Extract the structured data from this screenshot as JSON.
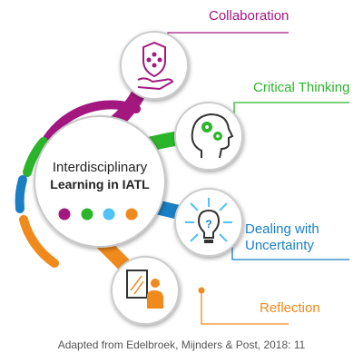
{
  "center": {
    "line1": "Interdisciplinary",
    "line2": "Learning in IATL"
  },
  "branches": [
    {
      "label": "Collaboration",
      "color": "#a3177f",
      "icon": "hand-holding-people-shield-icon"
    },
    {
      "label": "Critical Thinking",
      "color": "#2bb52b",
      "icon": "head-with-gears-icon"
    },
    {
      "label": "Dealing with Uncertainty",
      "line1": "Dealing with",
      "line2": "Uncertainty",
      "color": "#1a7fc4",
      "icon": "lightbulb-question-icon"
    },
    {
      "label": "Reflection",
      "color": "#f08a1c",
      "icon": "person-mirror-icon"
    }
  ],
  "dots": [
    "#a3177f",
    "#2bb52b",
    "#4fc3f7",
    "#f08a1c"
  ],
  "caption": "Adapted from Edelbroek, Mijnders & Post, 2018: 11"
}
